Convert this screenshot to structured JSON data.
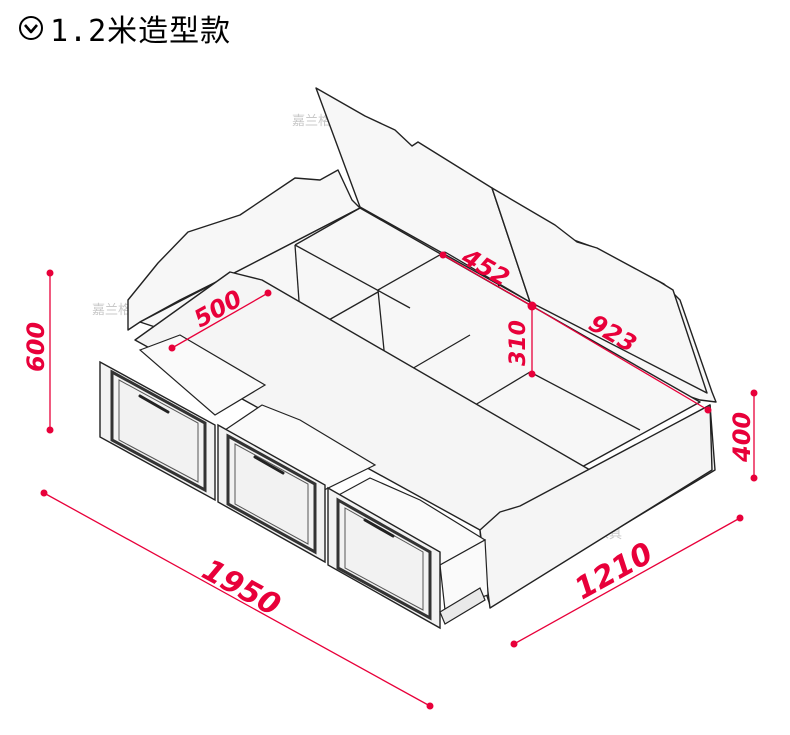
{
  "title": {
    "icon": "chevron-down-circle-icon",
    "text": "1.2米造型款"
  },
  "watermark": "嘉兰格家具",
  "colors": {
    "dimension": "#e8003a",
    "line": "#222222",
    "panel": "#f7f7f7"
  },
  "dimensions": {
    "length": "1950",
    "width": "1210",
    "height_head": "600",
    "height_side": "400",
    "drawer_depth": "500",
    "compartment": "452",
    "storage_length": "923",
    "storage_depth": "310"
  }
}
